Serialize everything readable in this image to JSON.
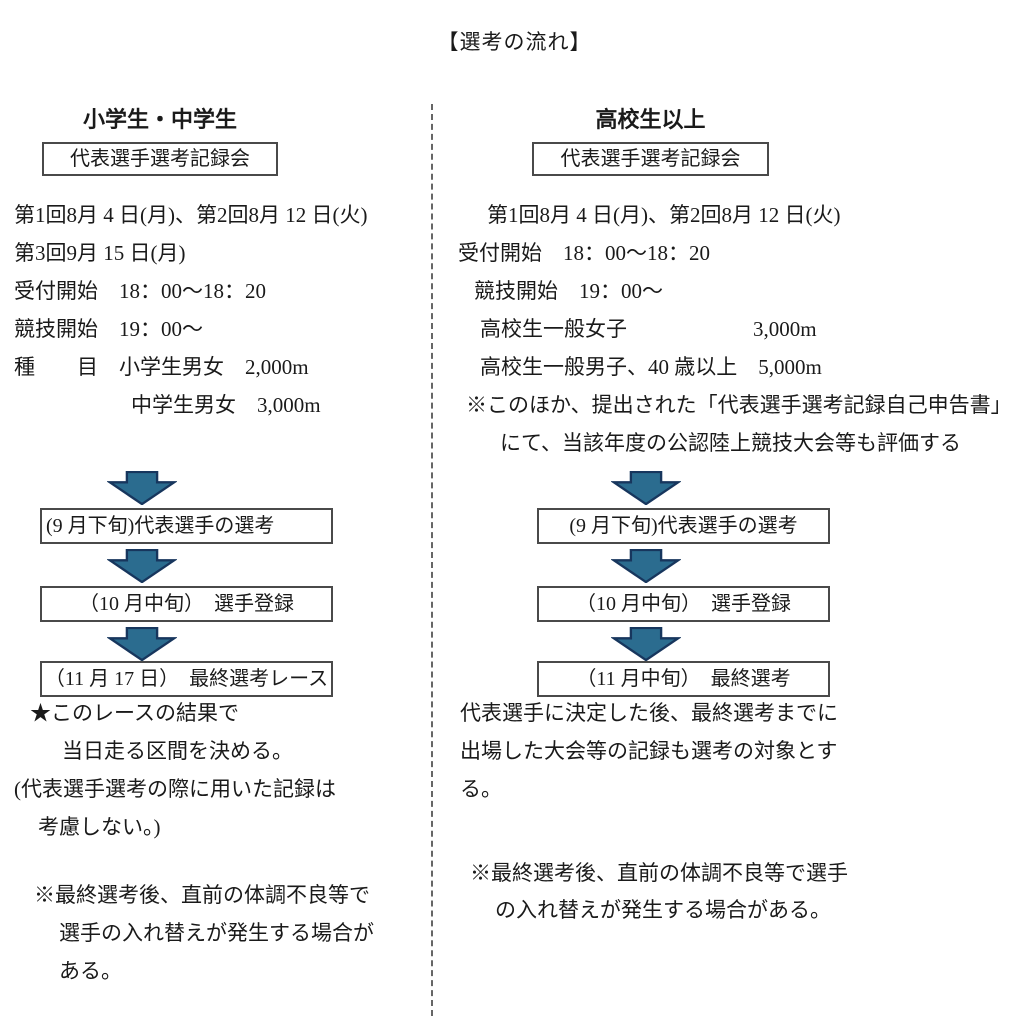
{
  "title": "【選考の流れ】",
  "colors": {
    "arrow_fill": "#2b6c8f",
    "arrow_stroke": "#17365d",
    "box_border": "#4a4a4a",
    "text": "#1a1a1a"
  },
  "left": {
    "header": "小学生・中学生",
    "box_label": "代表選手選考記録会",
    "info_lines": [
      "第1回8月 4 日(月)、第2回8月 12 日(火)",
      "第3回9月 15 日(月)",
      "受付開始　18：00～18：20",
      "競技開始　19：00～",
      "種　　目　小学生男女　2,000m",
      "中学生男女　3,000m"
    ],
    "flow": [
      "(9 月下旬)代表選手の選考",
      "（10 月中旬）　選手登録",
      "（11 月 17 日）　最終選考レース"
    ],
    "star_note_lines": [
      "★このレースの結果で",
      "当日走る区間を決める。",
      "(代表選手選考の際に用いた記録は",
      "考慮しない。)"
    ],
    "bottom_note_lines": [
      "※最終選考後、直前の体調不良等で",
      "選手の入れ替えが発生する場合が",
      "ある。"
    ]
  },
  "right": {
    "header": "高校生以上",
    "box_label": "代表選手選考記録会",
    "info_lines": [
      "第1回8月 4 日(月)、第2回8月 12 日(火)",
      "受付開始　18：00～18：20",
      "競技開始　19：00～",
      "高校生一般女子　　　　　　3,000m",
      "高校生一般男子、40 歳以上　5,000m",
      "※このほか、提出された「代表選手選考記録自己申告書」",
      "にて、当該年度の公認陸上競技大会等も評価する"
    ],
    "flow": [
      "(9 月下旬)代表選手の選考",
      "（10 月中旬）　選手登録",
      "（11 月中旬）　最終選考"
    ],
    "after_note_lines": [
      "代表選手に決定した後、最終選考までに",
      "出場した大会等の記録も選考の対象とす",
      "る。"
    ],
    "bottom_note_lines": [
      "※最終選考後、直前の体調不良等で選手",
      "の入れ替えが発生する場合がある。"
    ]
  }
}
